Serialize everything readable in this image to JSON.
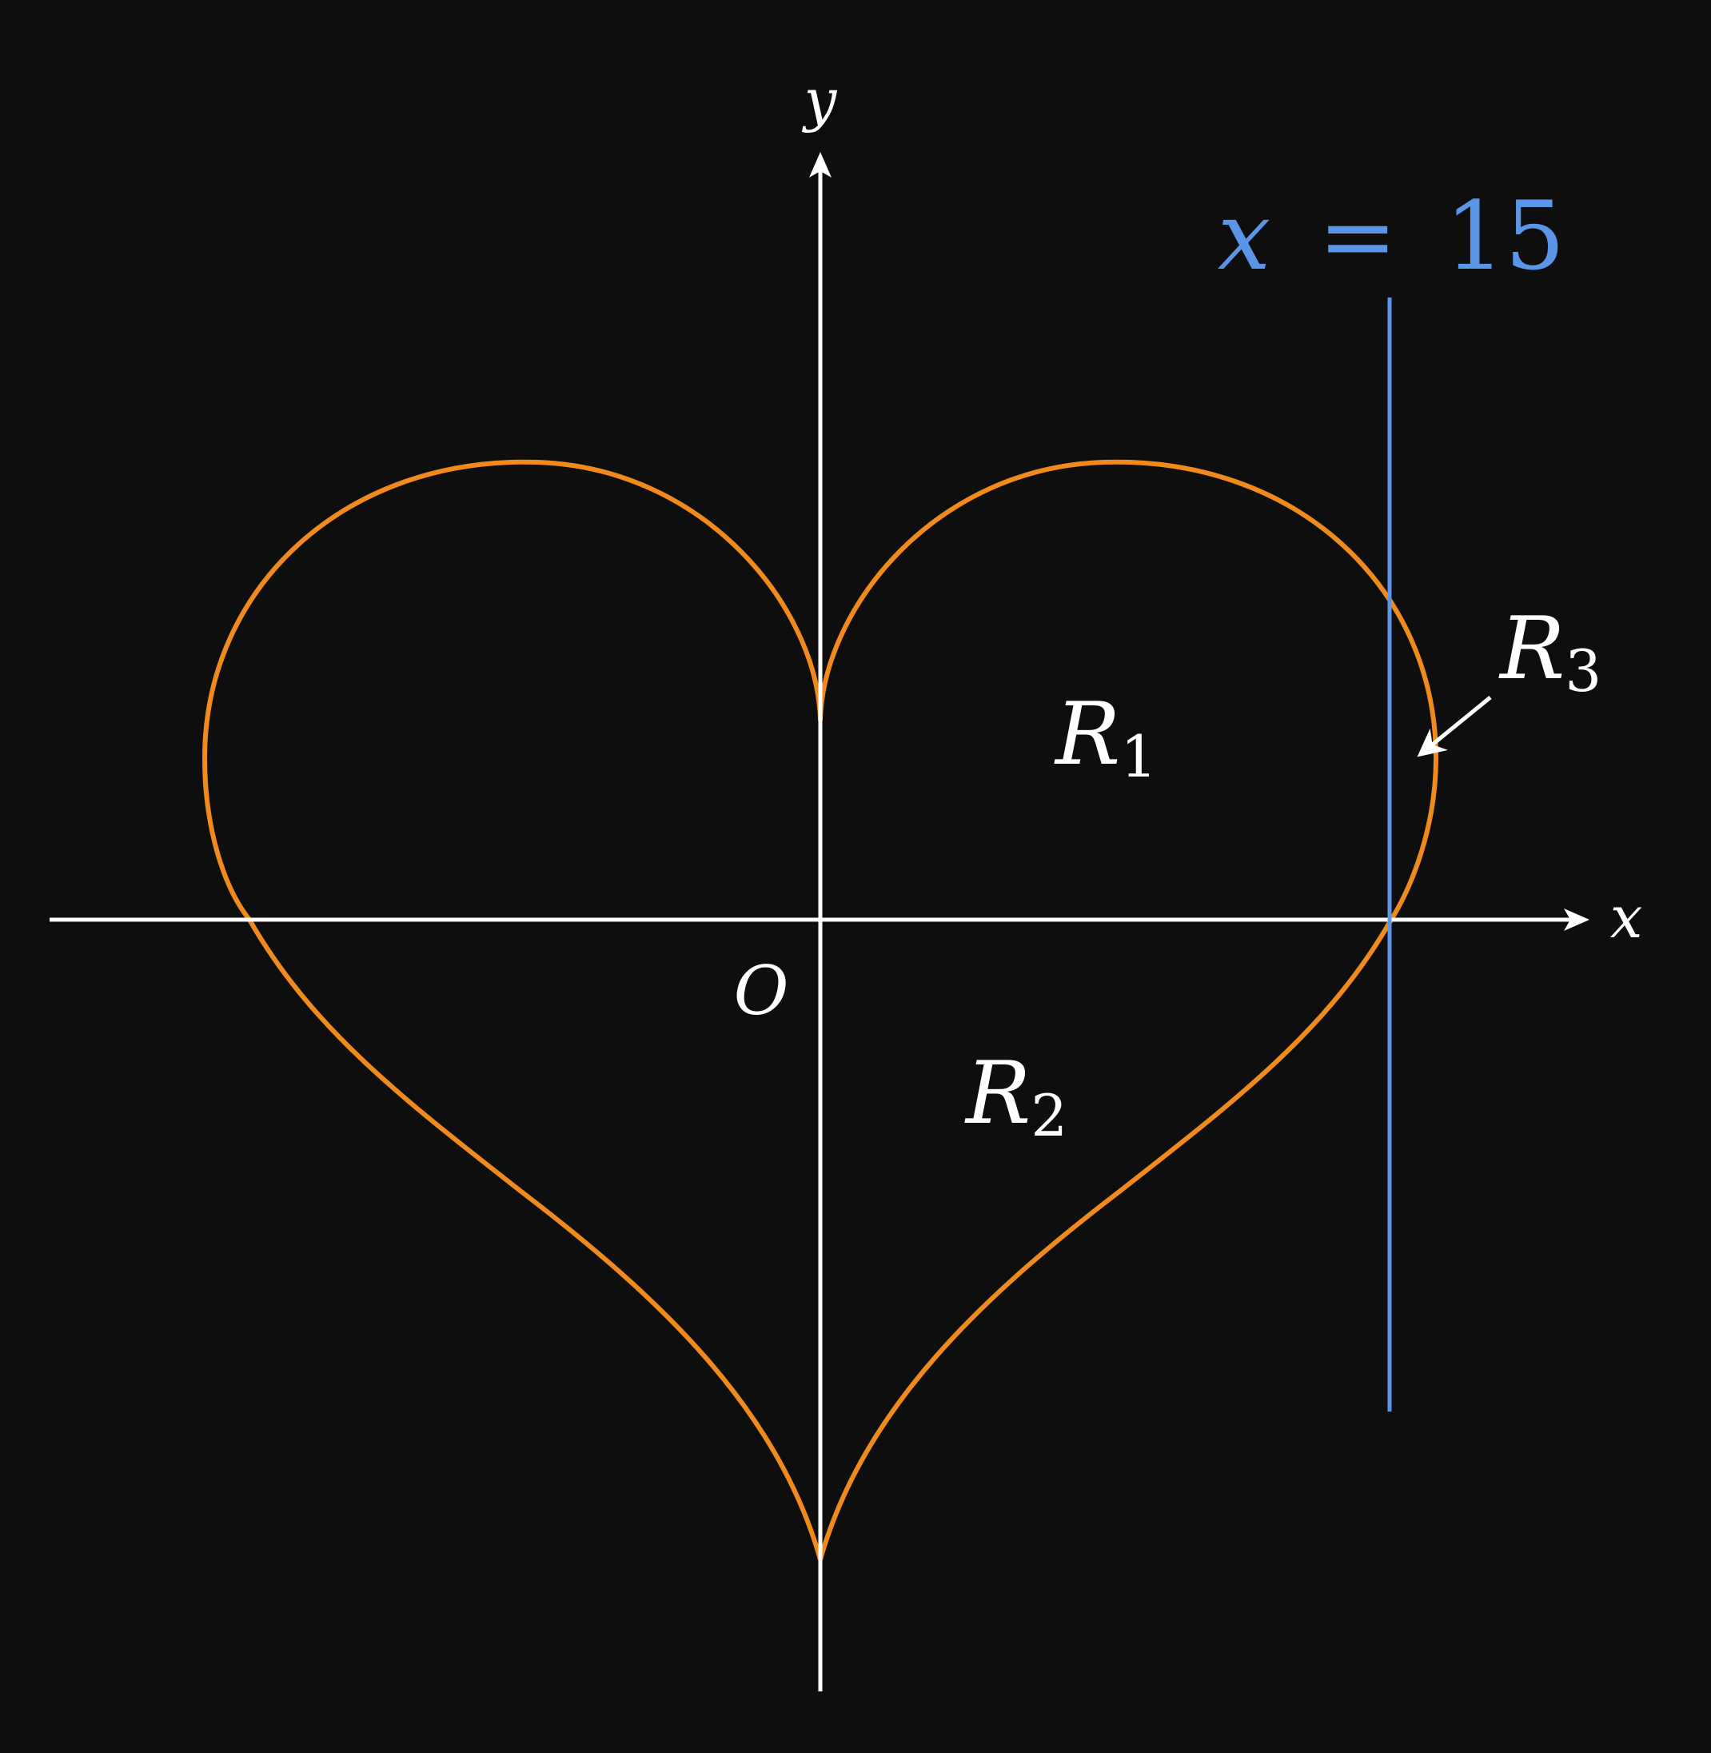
{
  "diagram": {
    "axis_x_label": "x",
    "axis_y_label": "y",
    "origin_label": "O",
    "line_label": {
      "var": "x",
      "eq": "=",
      "value": "15"
    },
    "regions": [
      {
        "letter": "R",
        "sub": "1"
      },
      {
        "letter": "R",
        "sub": "2"
      },
      {
        "letter": "R",
        "sub": "3"
      }
    ],
    "colors": {
      "background": "#0e0e0e",
      "axes": "#ffffff",
      "curve": "#f08a1c",
      "line": "#5b95e8"
    }
  }
}
